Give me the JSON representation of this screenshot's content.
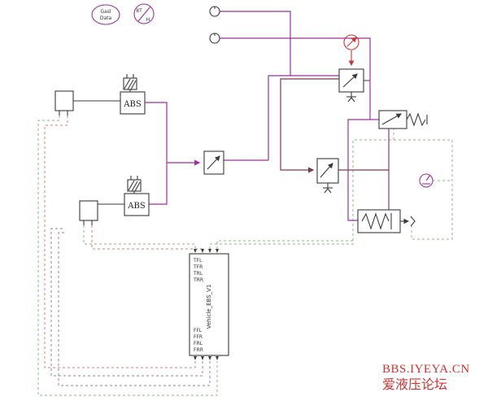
{
  "colors": {
    "pneumatic": "#993399",
    "delivery": "#7a3b52",
    "signal_green": "#85b885",
    "signal_red": "#d08080",
    "signal_maroon": "#a87888",
    "component": "#3a3a3a",
    "gauge_red": "#cc3333",
    "watermark": "#cc3333"
  },
  "components": {
    "gas_data": {
      "line1": "Gasl",
      "line2": "Data"
    },
    "thermo": {
      "top": "8T",
      "bottom": "H"
    },
    "abs_front": {
      "label": "ABS"
    },
    "abs_rear": {
      "label": "ABS"
    },
    "ebs": {
      "name": "Vehicle_EBS_V1",
      "top_pins": [
        "TFL",
        "TFR",
        "TRL",
        "TRR"
      ],
      "bottom_pins": [
        "FFL",
        "FFR",
        "FRL",
        "FRR"
      ]
    }
  },
  "watermark": {
    "line1": "BBS.IYEYA.CN",
    "line2": "爱液压论坛"
  }
}
